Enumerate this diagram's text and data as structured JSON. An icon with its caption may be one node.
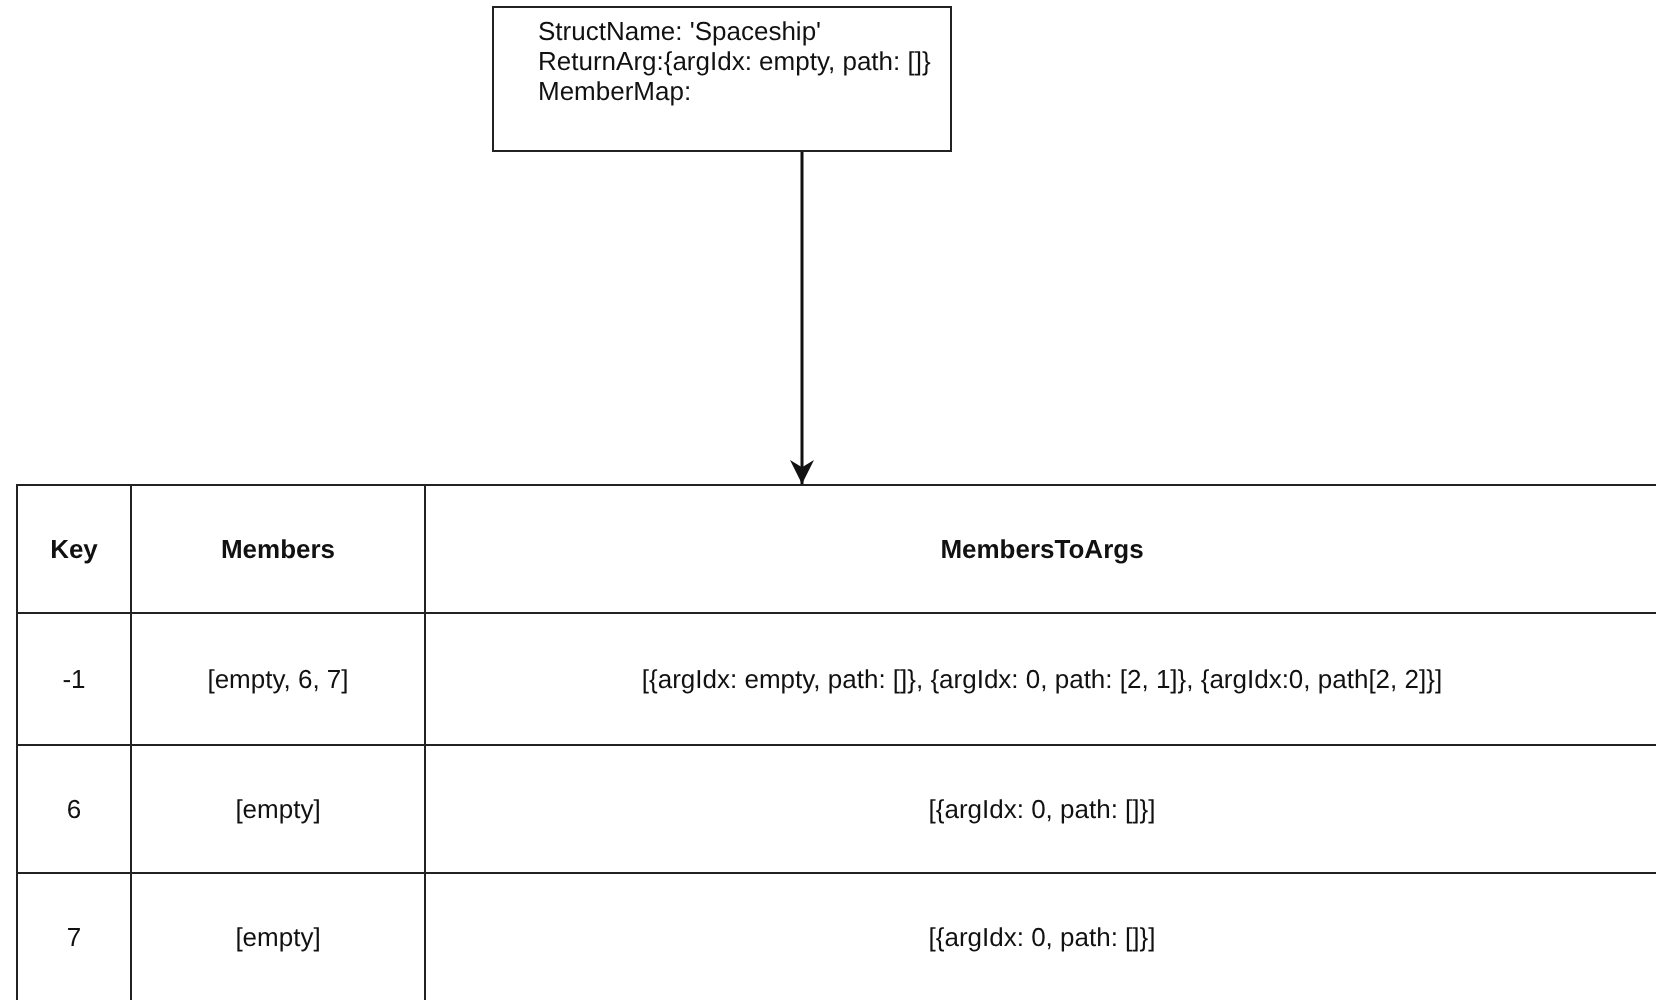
{
  "diagram": {
    "nodes": [
      {
        "text": [
          "StructName: 'Spaceship'",
          "ReturnArg:{argIdx: empty, path: []}",
          "MemberMap:"
        ]
      },
      {
        "text": [],
        "shape": "table"
      }
    ],
    "edges": [
      {
        "from": 0,
        "to": 1,
        "arrow": "to"
      }
    ],
    "labels": [
      "Key",
      "Members",
      "MembersToArgs",
      "-1",
      "[empty, 6, 7]",
      "[{argIdx: empty, path: []}, {argIdx: 0, path: [2, 1]}, {argIdx:0, path[2, 2]}]",
      "6",
      "[empty]",
      "[{argIdx: 0, path: []}]",
      "7",
      "[empty]",
      "[{argIdx: 0, path: []}]"
    ]
  }
}
